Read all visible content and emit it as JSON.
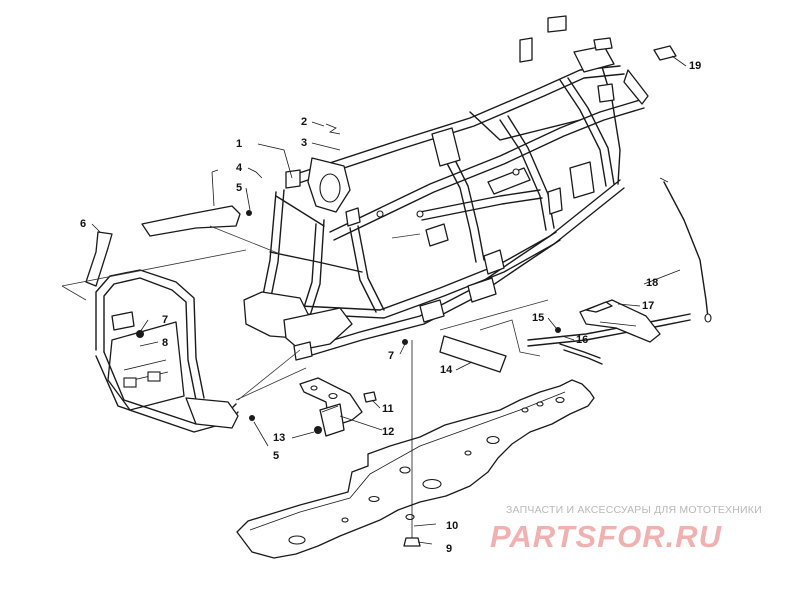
{
  "callouts": [
    {
      "id": "1",
      "text": "1"
    },
    {
      "id": "2",
      "text": "2"
    },
    {
      "id": "3",
      "text": "3"
    },
    {
      "id": "4",
      "text": "4"
    },
    {
      "id": "5a",
      "text": "5"
    },
    {
      "id": "5b",
      "text": "5"
    },
    {
      "id": "6",
      "text": "6"
    },
    {
      "id": "7a",
      "text": "7"
    },
    {
      "id": "7b",
      "text": "7"
    },
    {
      "id": "8",
      "text": "8"
    },
    {
      "id": "9",
      "text": "9"
    },
    {
      "id": "10",
      "text": "10"
    },
    {
      "id": "11",
      "text": "11"
    },
    {
      "id": "12",
      "text": "12"
    },
    {
      "id": "13",
      "text": "13"
    },
    {
      "id": "14",
      "text": "14"
    },
    {
      "id": "15",
      "text": "15"
    },
    {
      "id": "16",
      "text": "16"
    },
    {
      "id": "17",
      "text": "17"
    },
    {
      "id": "18",
      "text": "18"
    },
    {
      "id": "19",
      "text": "19"
    }
  ],
  "watermark": {
    "tagline": "ЗАПЧАСТИ И АКСЕССУАРЫ ДЛЯ МОТОТЕХНИКИ",
    "logo": "PARTSFOR.RU"
  },
  "colors": {
    "line": "#1a1a1a",
    "background": "#ffffff",
    "watermark_text": "#b9b9b9",
    "watermark_logo": "#f2b1b1"
  }
}
